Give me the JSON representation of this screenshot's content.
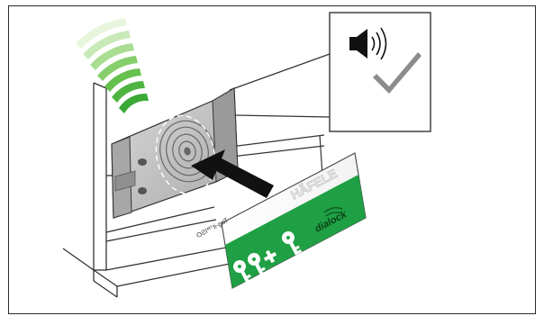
{
  "card": {
    "brand": "HÄFELE",
    "tag_text": "Tag-it™ISO",
    "logo": "dialock"
  },
  "icons": {
    "speaker": "speaker-icon",
    "check": "checkmark-icon",
    "signal": "signal-waves-icon",
    "arrow": "insert-arrow-icon",
    "keys": "keys-plus-icon"
  },
  "colors": {
    "signal_green_top": "#e6f5dc",
    "signal_green_bottom": "#39a935",
    "card_green": "#1fa044",
    "reader_gray": "#bdbdbd",
    "check_gray": "#8c8c8c"
  }
}
